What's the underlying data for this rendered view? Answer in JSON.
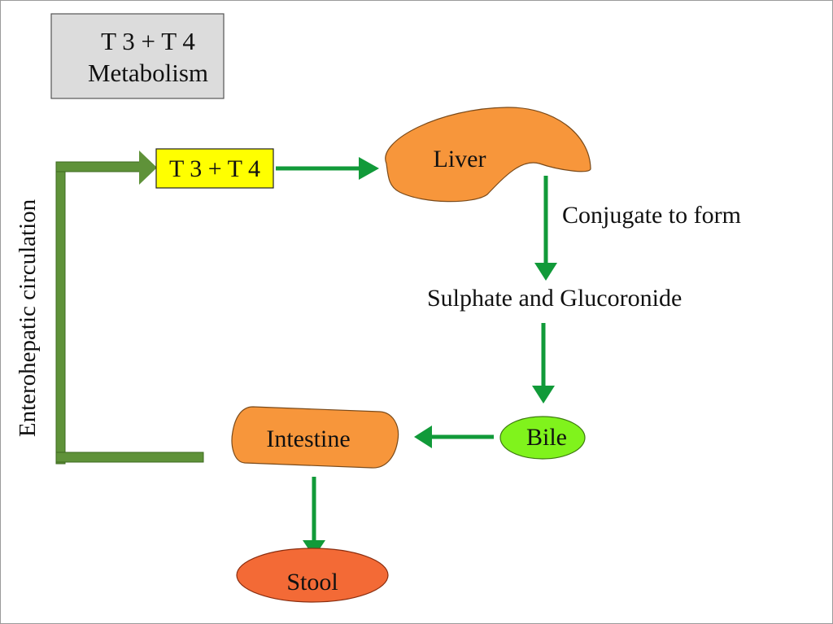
{
  "title": {
    "line1": "T 3 + T 4",
    "line2": "Metabolism"
  },
  "nodes": {
    "t3t4": "T 3 + T 4",
    "liver": "Liver",
    "conjugate": "Conjugate to form",
    "sulphate": "Sulphate and Glucoronide",
    "bile": "Bile",
    "intestine": "Intestine",
    "stool": "Stool"
  },
  "side_label": "Enterohepatic circulation",
  "colors": {
    "arrow": "#119a39",
    "loop": "#5f9239",
    "orange": "#f7963b",
    "bile": "#80f31c",
    "stool": "#f36a36",
    "highlight": "#ffff00",
    "title_box": "#dcdcdc"
  }
}
